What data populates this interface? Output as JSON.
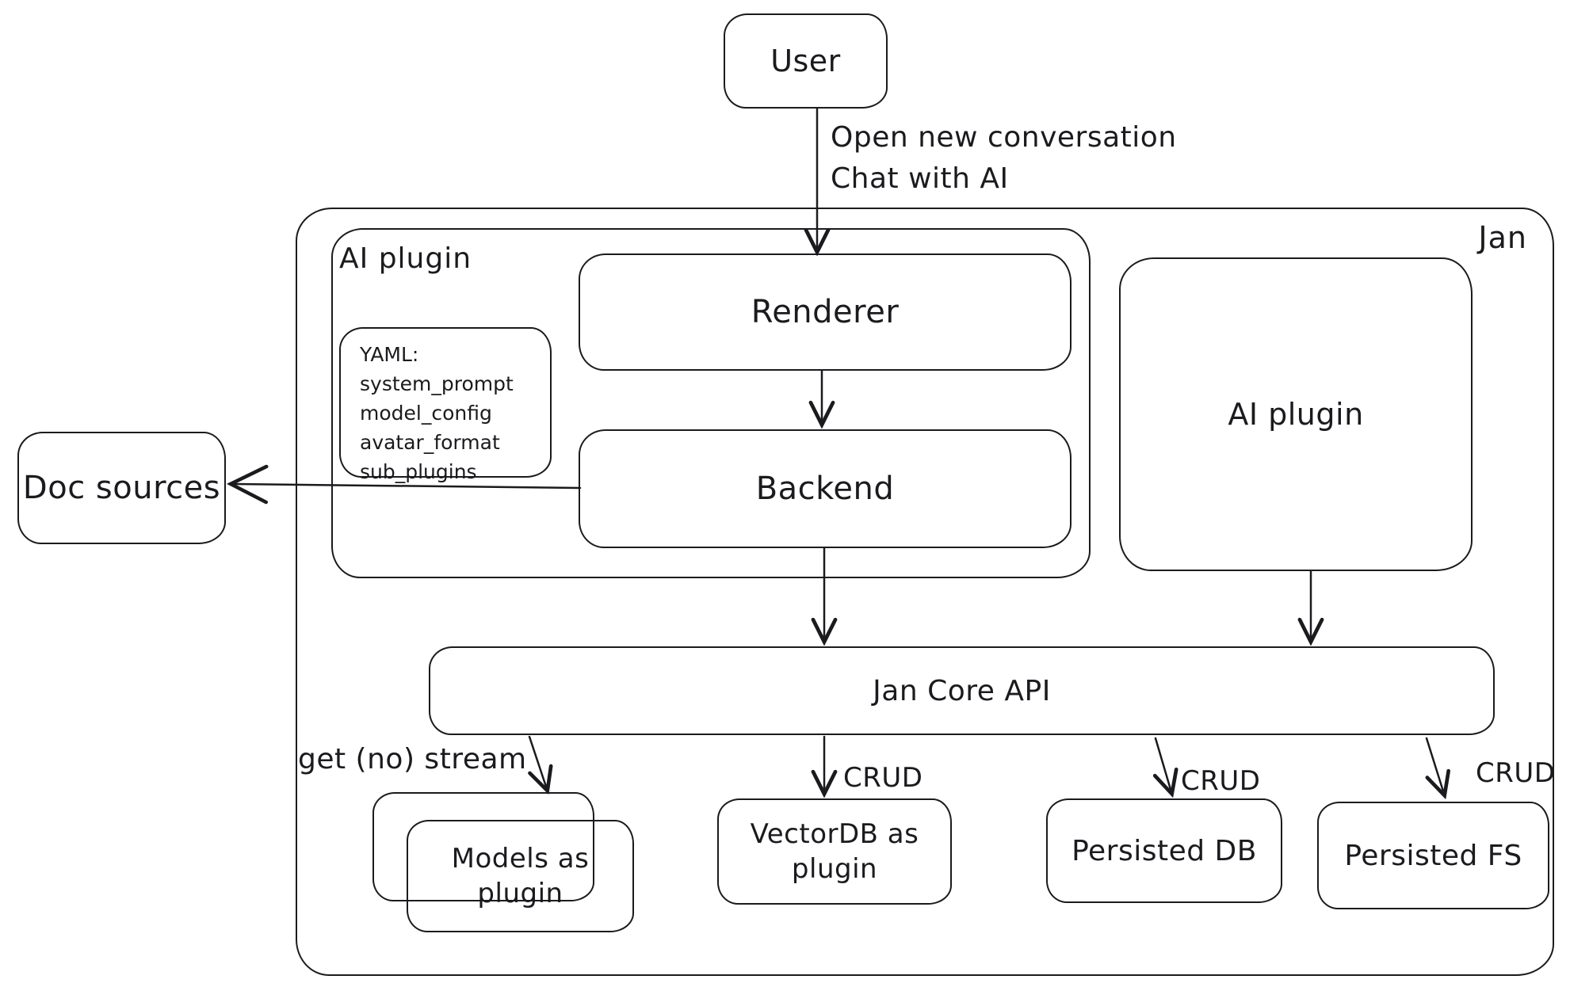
{
  "diagram": {
    "nodes": {
      "user": {
        "label": "User"
      },
      "jan_container": {
        "label": "Jan"
      },
      "ai_plugin_container": {
        "label": "AI plugin"
      },
      "renderer": {
        "label": "Renderer"
      },
      "yaml_note": {
        "lines": [
          "YAML:",
          "system_prompt",
          "model_config",
          "avatar_format",
          "sub_plugins"
        ]
      },
      "backend": {
        "label": "Backend"
      },
      "doc_sources": {
        "label": "Doc sources"
      },
      "ai_plugin_box": {
        "label": "AI plugin"
      },
      "jan_core_api": {
        "label": "Jan Core API"
      },
      "models_plugin": {
        "label": "Models as plugin"
      },
      "vectordb_plugin": {
        "label": "VectorDB as plugin"
      },
      "persisted_db": {
        "label": "Persisted DB"
      },
      "persisted_fs": {
        "label": "Persisted FS"
      }
    },
    "edge_labels": {
      "user_to_renderer_line1": "Open new conversation",
      "user_to_renderer_line2": "Chat with AI",
      "core_to_models": "get (no) stream",
      "core_to_vectordb": "CRUD",
      "core_to_persisted_db": "CRUD",
      "core_to_persisted_fs": "CRUD"
    },
    "colors": {
      "stroke": "#1b1b1f",
      "background": "#ffffff"
    }
  }
}
